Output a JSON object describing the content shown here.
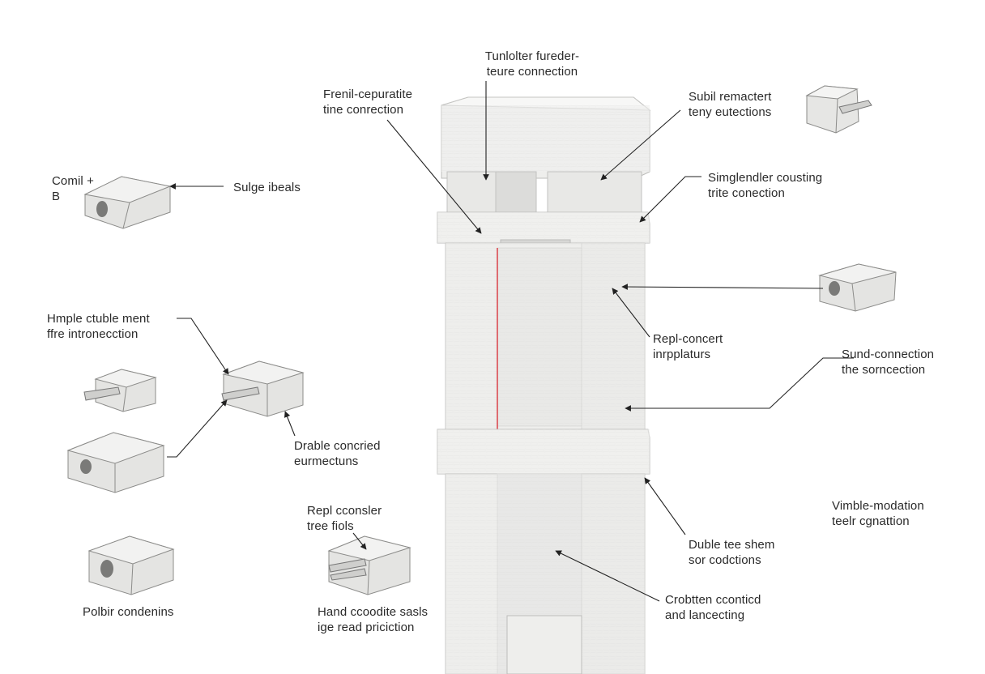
{
  "labels": {
    "top_center": {
      "line1": "Tunlolter fureder-",
      "line2": "teure connection"
    },
    "top_left": {
      "line1": "Frenil-cepuratite",
      "line2": "tine conrection"
    },
    "top_right": {
      "line1": "Subil remactert",
      "line2": "teny eutections"
    },
    "comil": {
      "line1": "Comil +",
      "line2": "B"
    },
    "sulge": {
      "line1": "Sulge ibeals"
    },
    "singlender": {
      "line1": "Simglendler cousting",
      "line2": "trite conection"
    },
    "hmple": {
      "line1": "Hmple ctuble ment",
      "line2": "ffre intronecction"
    },
    "repl_concert": {
      "line1": "Repl-concert",
      "line2": "inrpplaturs"
    },
    "sund": {
      "line1": "Sund-connection",
      "line2": "the sorncection"
    },
    "drable": {
      "line1": "Drable concried",
      "line2": "eurmectuns"
    },
    "vimble": {
      "line1": "Vimble-modation",
      "line2": "teelr cgnattion"
    },
    "repl_consler": {
      "line1": "Repl cconsler",
      "line2": "tree fiols"
    },
    "duble": {
      "line1": "Duble tee shem",
      "line2": "sor codctions"
    },
    "polbir": {
      "line1": "Polbir condenins"
    },
    "hand": {
      "line1": "Hand ccoodite sasls",
      "line2": "ige read priciction"
    },
    "crobtten": {
      "line1": "Crobtten cconticd",
      "line2": "and lancecting"
    }
  },
  "colors": {
    "ink": "#2a2a2a",
    "concrete_light": "#f1f1f0",
    "concrete_mid": "#e2e2e0",
    "concrete_dark": "#c9c9c7",
    "accent_line": "#d9363e"
  }
}
